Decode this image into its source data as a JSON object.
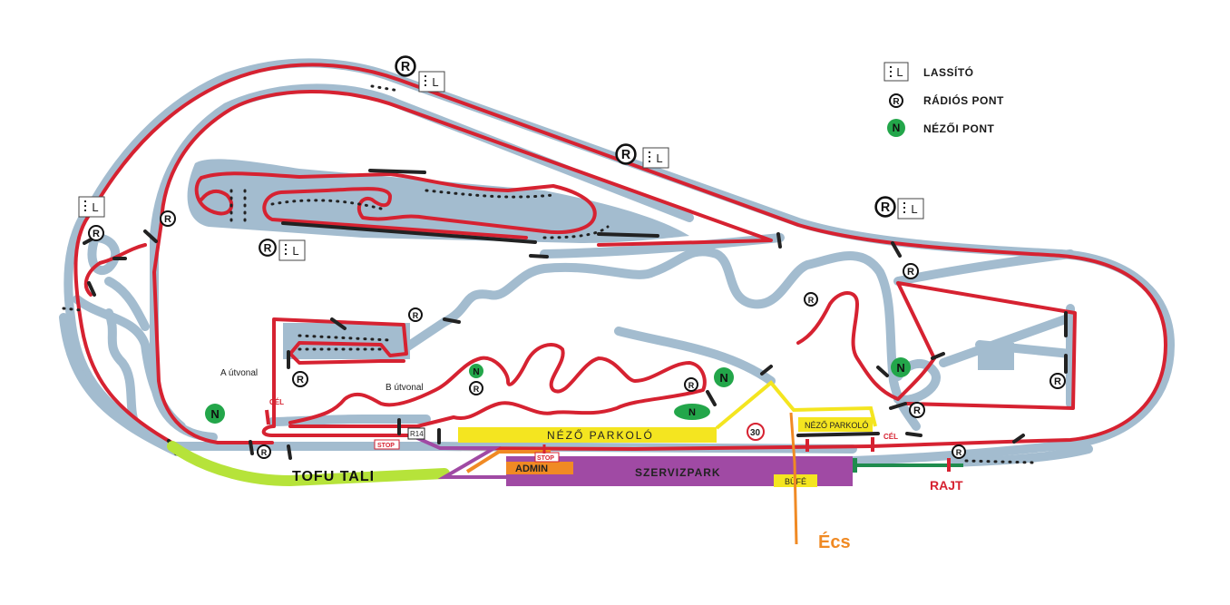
{
  "colors": {
    "road": "#a3bccf",
    "track": "#d62231",
    "radio": "#1a1a1a",
    "spectator": "#23a64a",
    "parking": "#f4e520",
    "service": "#a04aa4",
    "admin": "#f08a24",
    "tofu": "#b6e33a",
    "start": "#1f8c4e"
  },
  "legend": {
    "slowdown_label": "LASSÍTÓ",
    "slowdown_glyph": "L",
    "radio_label": "RÁDIÓS PONT",
    "radio_glyph": "R",
    "spectator_label": "NÉZŐI PONT",
    "spectator_glyph": "N"
  },
  "labels": {
    "a_route": "A útvonal",
    "b_route": "B útvonal",
    "finish_left": "CÉL",
    "finish_right": "CÉL",
    "stop_left": "STOP",
    "stop_admin": "STOP",
    "r14": "R14",
    "spectator_parking": "NÉZŐ PARKOLÓ",
    "spectator_parking_2": "NÉZŐ PARKOLÓ",
    "tofu": "TOFU TALI",
    "admin": "ADMIN",
    "service_park": "SZERVIZPARK",
    "buffet": "BÜFÉ",
    "start": "RAJT",
    "city": "Écs",
    "speed_limit": "30"
  }
}
